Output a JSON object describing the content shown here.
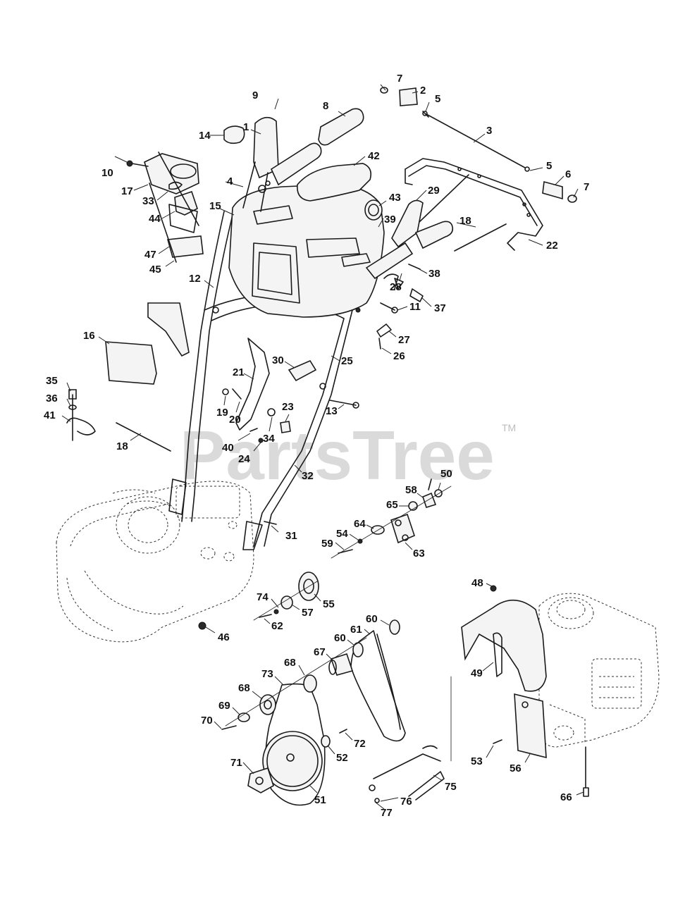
{
  "watermark": {
    "text": "PartsTree",
    "trademark": "TM"
  },
  "callouts": [
    "1",
    "2",
    "3",
    "4",
    "5",
    "5",
    "6",
    "7",
    "7",
    "8",
    "9",
    "10",
    "11",
    "12",
    "13",
    "14",
    "15",
    "16",
    "17",
    "18",
    "18",
    "19",
    "20",
    "21",
    "22",
    "23",
    "24",
    "25",
    "26",
    "27",
    "28",
    "29",
    "30",
    "31",
    "32",
    "33",
    "34",
    "35",
    "36",
    "37",
    "38",
    "39",
    "40",
    "41",
    "42",
    "43",
    "44",
    "45",
    "46",
    "47",
    "48",
    "49",
    "50",
    "51",
    "52",
    "53",
    "54",
    "55",
    "56",
    "57",
    "58",
    "59",
    "60",
    "60",
    "61",
    "62",
    "63",
    "64",
    "65",
    "66",
    "67",
    "68",
    "68",
    "69",
    "70",
    "71",
    "72",
    "73",
    "74",
    "75",
    "76",
    "77"
  ]
}
